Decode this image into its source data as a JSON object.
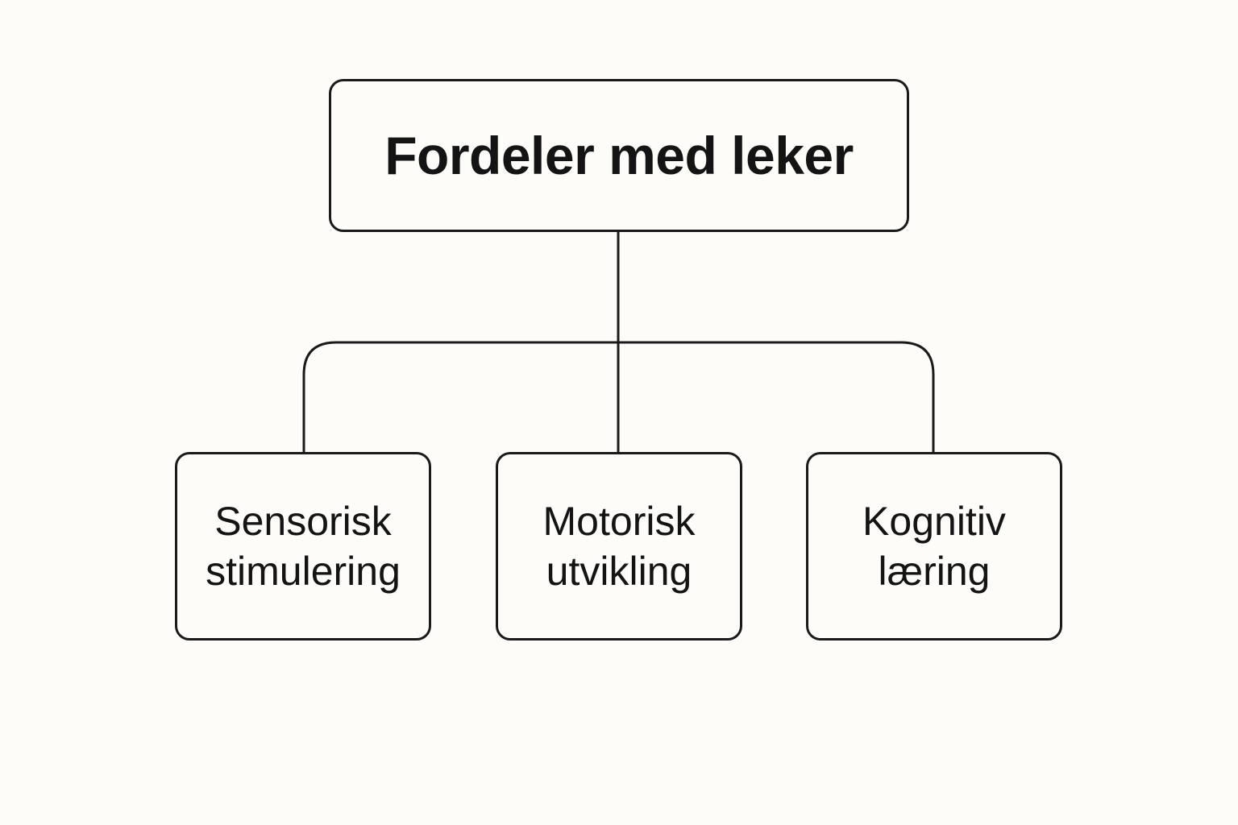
{
  "diagram": {
    "root": {
      "label": "Fordeler med leker"
    },
    "children": [
      {
        "line1": "Sensorisk",
        "line2": "stimulering"
      },
      {
        "line1": "Motorisk",
        "line2": "utvikling"
      },
      {
        "line1": "Kognitiv",
        "line2": "læring"
      }
    ]
  },
  "colors": {
    "background": "#fdfcf8",
    "stroke": "#1a1a1a",
    "text": "#141414"
  }
}
